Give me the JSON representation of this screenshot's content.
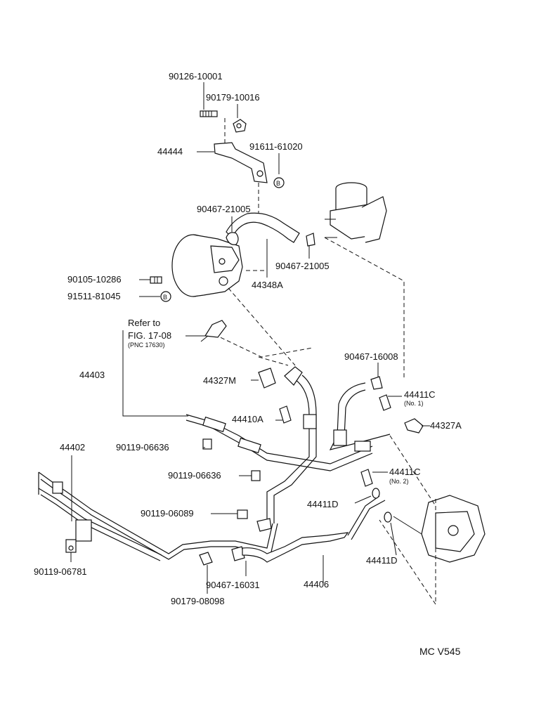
{
  "parts": {
    "p90126_10001": "90126-10001",
    "p90179_10016": "90179-10016",
    "p44444": "44444",
    "p91611_61020": "91611-61020",
    "p90467_21005_a": "90467-21005",
    "p90467_21005_b": "90467-21005",
    "p44348A": "44348A",
    "p90105_10286": "90105-10286",
    "p91511_81045": "91511-81045",
    "refer_to": "Refer to",
    "fig": "FIG. 17-08",
    "pnc": "(PNC 17630)",
    "p44403": "44403",
    "p44327M": "44327M",
    "p90467_16008": "90467-16008",
    "p44411C_1": "44411C",
    "no1": "(No. 1)",
    "p44327A": "44327A",
    "p44410A": "44410A",
    "p44402": "44402",
    "p90119_06636_a": "90119-06636",
    "p90119_06636_b": "90119-06636",
    "p44411C_2": "44411C",
    "no2": "(No. 2)",
    "p90119_06089": "90119-06089",
    "p44411D_a": "44411D",
    "p44411D_b": "44411D",
    "p90119_06781": "90119-06781",
    "p90467_16031": "90467-16031",
    "p44406": "44406",
    "p90179_08098": "90179-08098",
    "marker_b1": "B",
    "marker_b2": "B"
  },
  "footer_code": "MC  V545"
}
